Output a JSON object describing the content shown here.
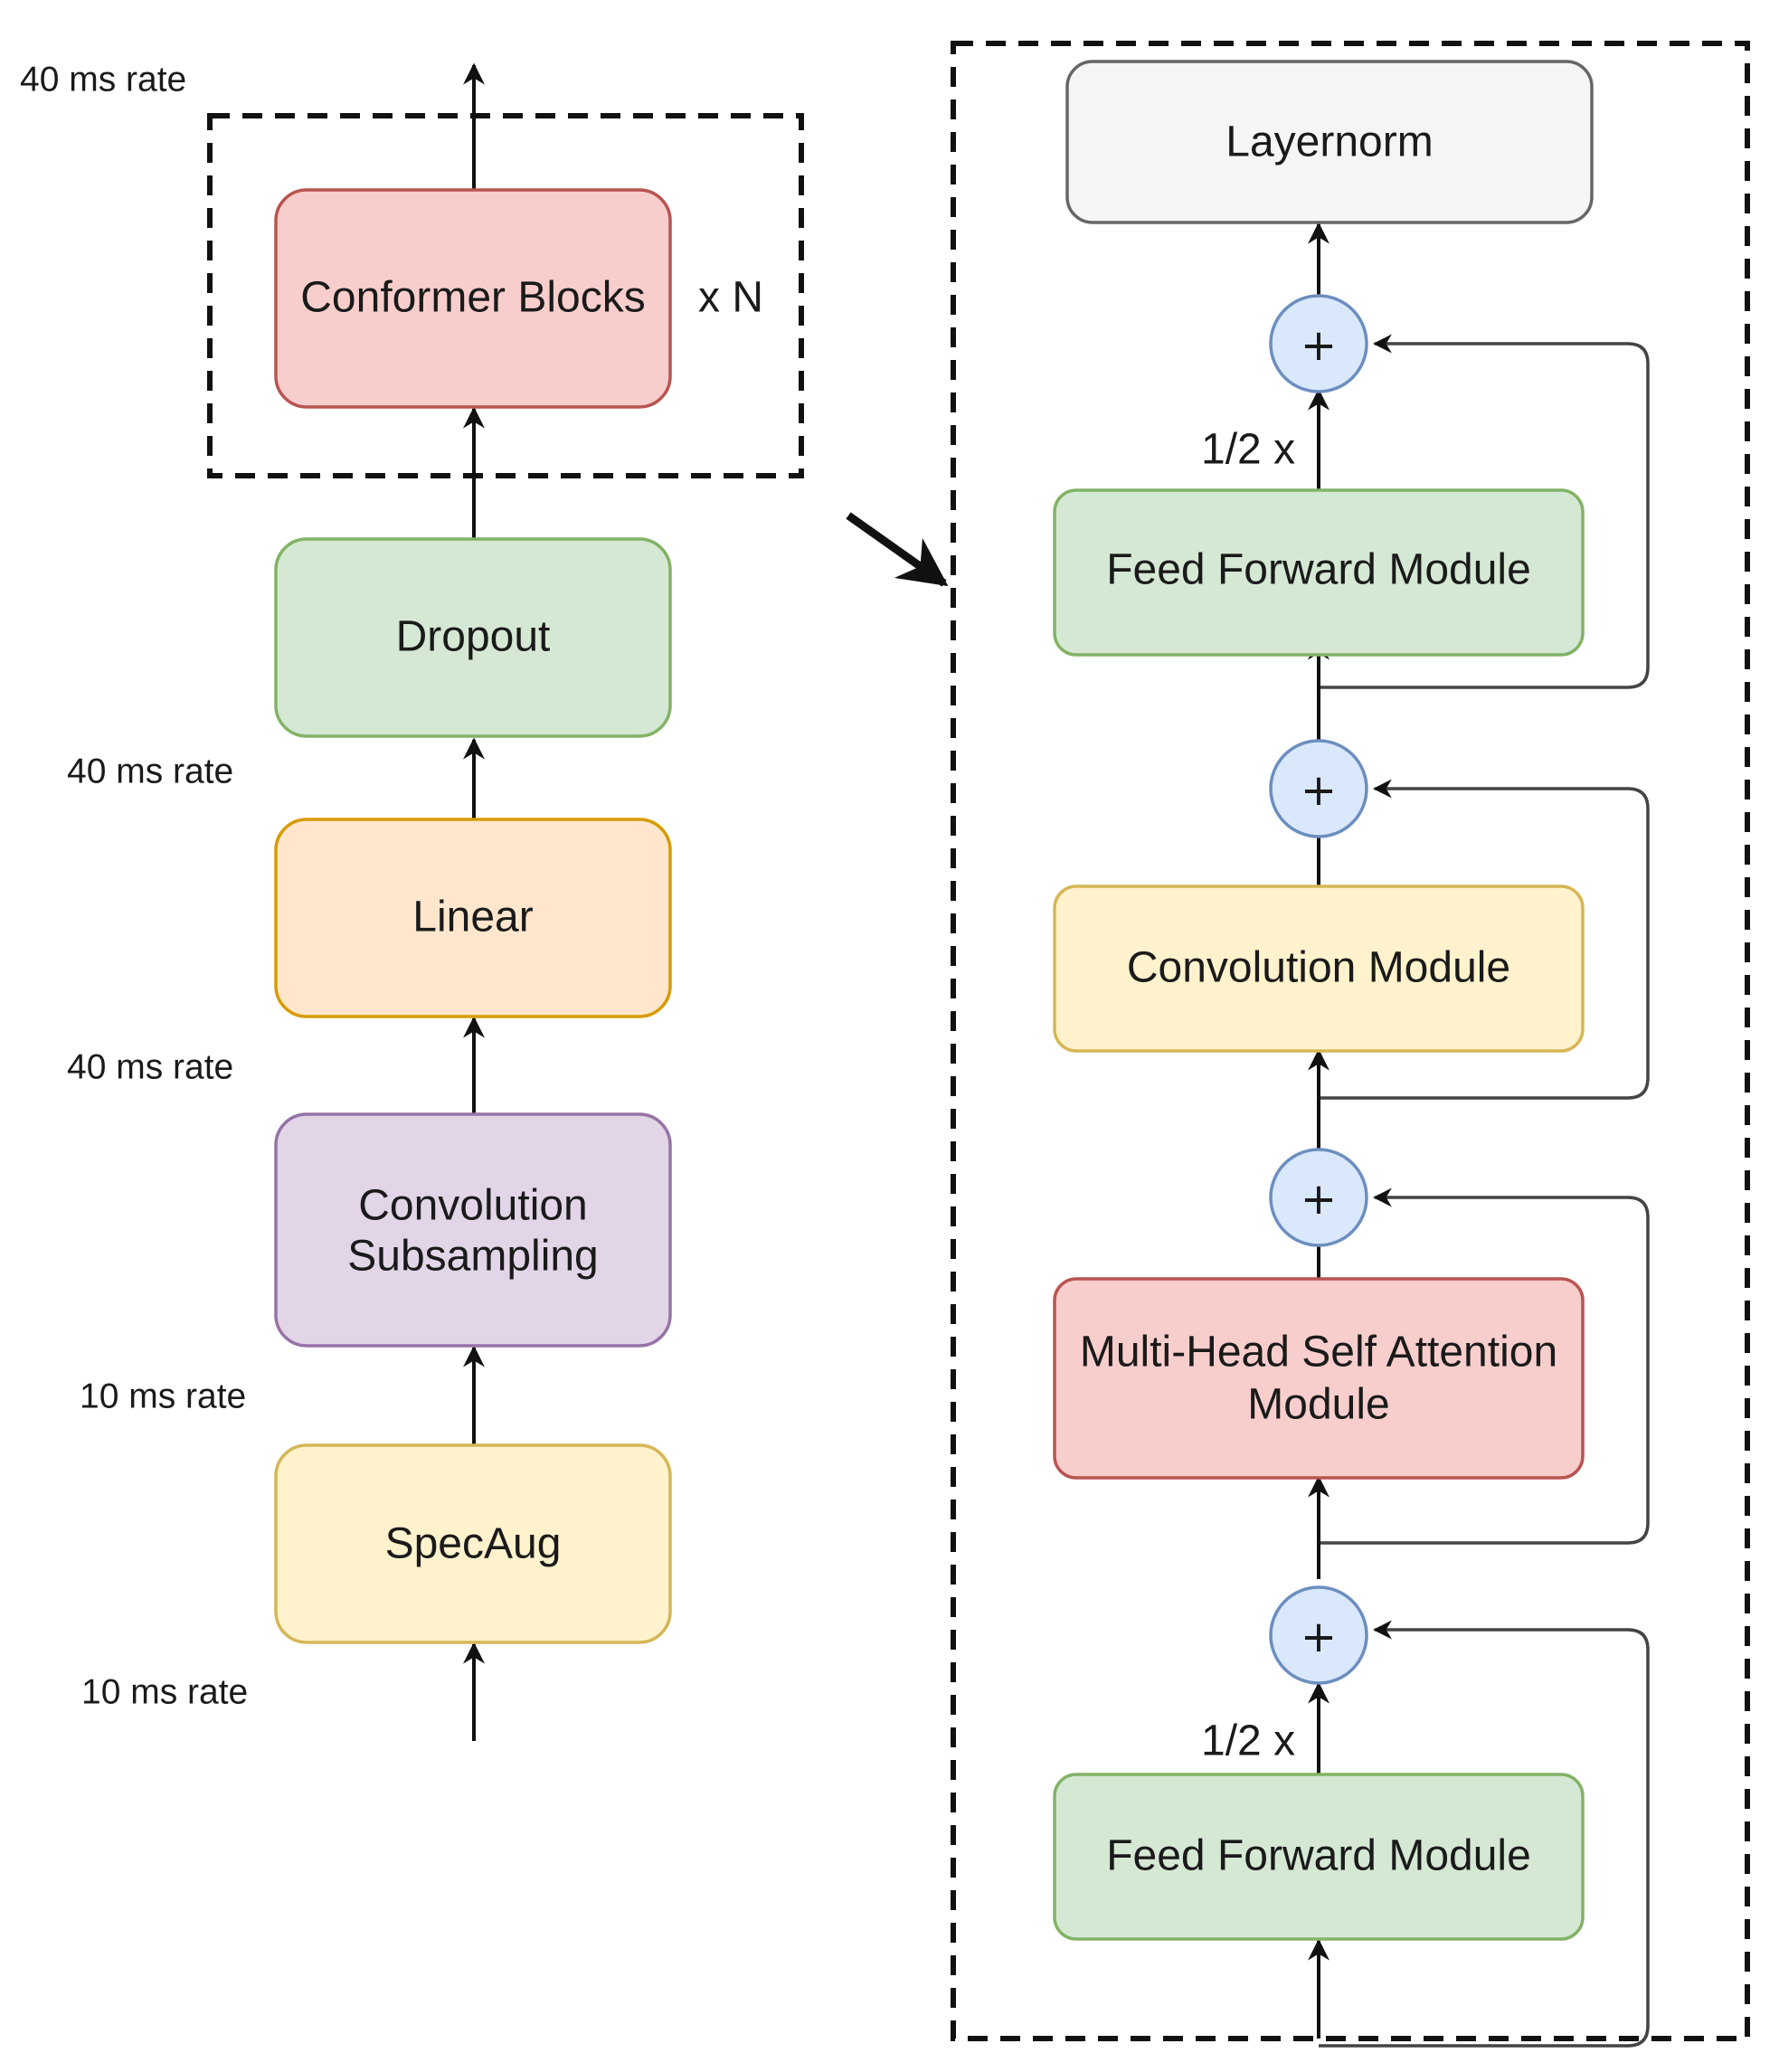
{
  "left": {
    "rates": {
      "top": "40 ms rate",
      "above_linear": "40 ms rate",
      "above_conv": "40 ms rate",
      "above_specaug": "10 ms rate",
      "bottom": "10 ms rate"
    },
    "blocks": {
      "conformer": "Conformer Blocks",
      "dropout": "Dropout",
      "linear": "Linear",
      "conv_line1": "Convolution",
      "conv_line2": "Subsampling",
      "specaug": "SpecAug"
    },
    "repeat_label": "x N"
  },
  "right": {
    "layernorm": "Layernorm",
    "ffn_top": "Feed Forward Module",
    "conv_module": "Convolution Module",
    "mhsa_line1": "Multi-Head Self Attention",
    "mhsa_line2": "Module",
    "ffn_bottom": "Feed Forward Module",
    "half_top": "1/2 x",
    "half_bottom": "1/2 x",
    "plus": "+"
  },
  "colors": {
    "red_fill": "#f8cecc",
    "red_stroke": "#b85450",
    "green_fill": "#d5e8d4",
    "green_stroke": "#82b366",
    "orange_fill": "#ffe6cc",
    "orange_stroke": "#d79b00",
    "purple_fill": "#e1d5e7",
    "purple_stroke": "#9673a6",
    "yellow_fill": "#fff2cc",
    "yellow_stroke": "#d6b656",
    "gray_fill": "#f5f5f5",
    "gray_stroke": "#666666",
    "blue_fill": "#dae8fc",
    "blue_stroke": "#6c8ebf"
  }
}
